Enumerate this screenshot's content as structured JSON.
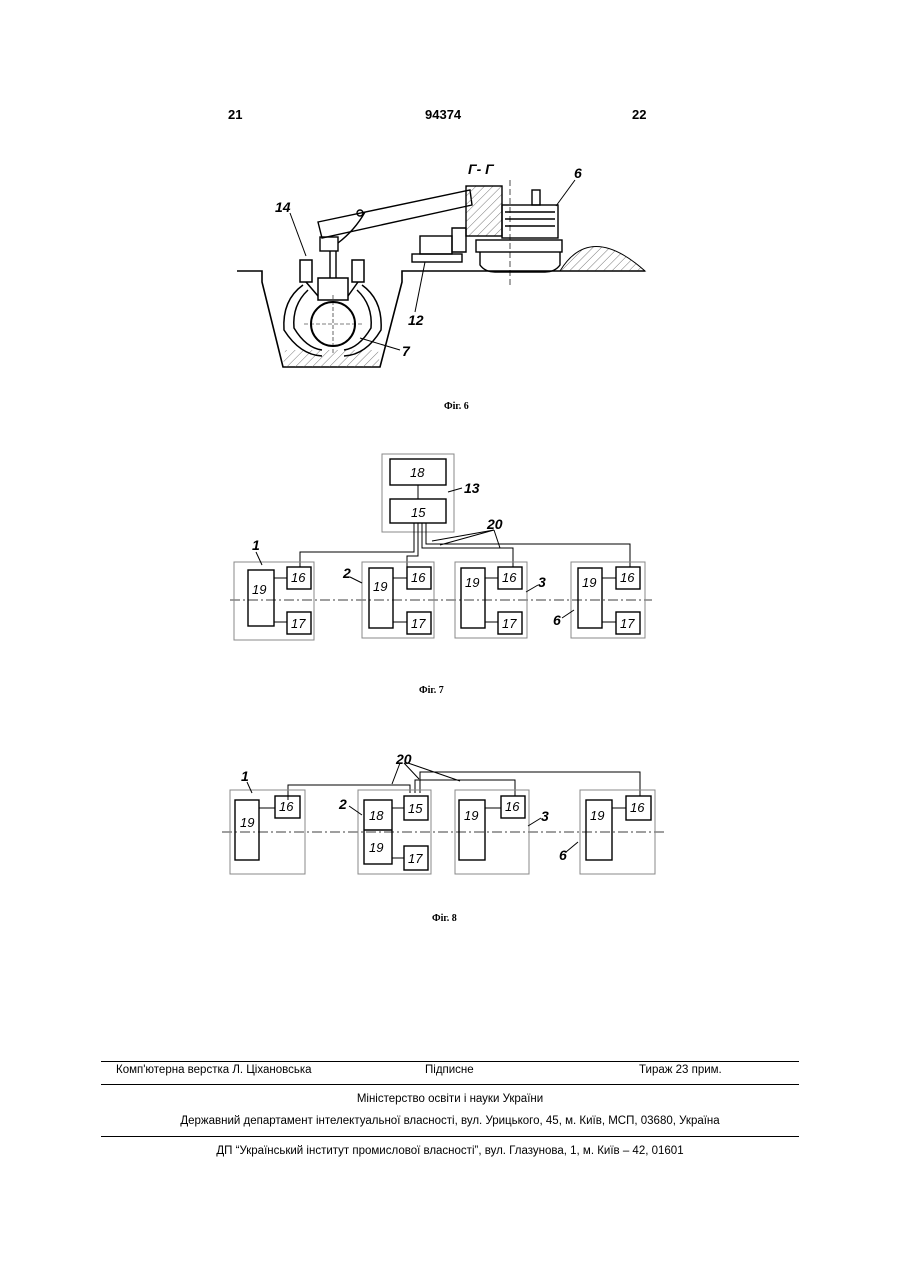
{
  "header": {
    "page_left": "21",
    "patent_number": "94374",
    "page_right": "22"
  },
  "fig6": {
    "section_label": "Г- Г",
    "labels": {
      "a": "14",
      "b": "6",
      "c": "12",
      "d": "7"
    },
    "caption": "Фіг. 6"
  },
  "fig7": {
    "unit_13": {
      "label": "13",
      "top_block": "18",
      "bottom_block": "15"
    },
    "link_label": "20",
    "units": [
      {
        "id": "1",
        "left_block": "19",
        "top_right": "16",
        "bottom_right": "17"
      },
      {
        "id": "2",
        "left_block": "19",
        "top_right": "16",
        "bottom_right": "17"
      },
      {
        "id": "3",
        "left_block": "19",
        "top_right": "16",
        "bottom_right": "17"
      },
      {
        "id": "6",
        "left_block": "19",
        "top_right": "16",
        "bottom_right": "17"
      }
    ],
    "caption": "Фіг. 7"
  },
  "fig8": {
    "link_label": "20",
    "units": [
      {
        "id": "1",
        "left_block": "19",
        "top_right": "16"
      },
      {
        "id": "2",
        "left_top": "18",
        "left_bottom": "19",
        "top_right": "15",
        "bottom_right": "17"
      },
      {
        "id": "3",
        "left_block": "19",
        "top_right": "16"
      },
      {
        "id": "6",
        "left_block": "19",
        "top_right": "16"
      }
    ],
    "caption": "Фіг. 8"
  },
  "footer": {
    "layout": "Комп'ютерна верстка Л. Ціхановська",
    "signed": "Підписне",
    "circulation": "Тираж 23 прим.",
    "ministry": "Міністерство освіти і науки України",
    "department": "Державний департамент інтелектуальної власності, вул. Урицького, 45, м. Київ, МСП, 03680, Україна",
    "institute": "ДП “Український інститут промислової власності”, вул. Глазунова, 1, м. Київ – 42, 01601"
  }
}
